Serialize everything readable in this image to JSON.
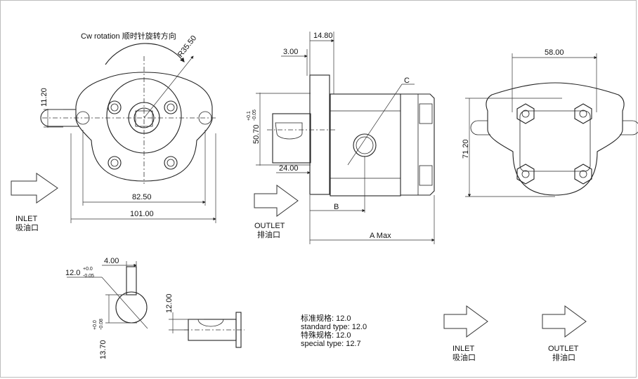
{
  "rotation_label": "Cw rotation 顺时针旋转方向",
  "radius_label": "R35.50",
  "front_dims": {
    "height_11": "11.20",
    "width_82": "82.50",
    "width_101": "101.00"
  },
  "inlet_left": {
    "en": "INLET",
    "zh": "吸油口"
  },
  "side_dims": {
    "d_14": "14.80",
    "d_3": "3.00",
    "d_50": "50.70",
    "d_50_tol_up": "+0.1",
    "d_50_tol_dn": "-0.05",
    "d_24": "24.00",
    "label_b": "B",
    "label_amax": "A Max",
    "label_c": "C"
  },
  "outlet_side": {
    "en": "OUTLET",
    "zh": "排油口"
  },
  "rear_dims": {
    "width_58": "58.00",
    "height_71": "71.20"
  },
  "shaft_dims": {
    "d_4": "4.00",
    "d_12": "12.0",
    "d_12_tol_up": "+0.0",
    "d_12_tol_dn": "-0.05",
    "d_13": "13.70",
    "d_13_tol_up": "+0.0",
    "d_13_tol_dn": "-0.08",
    "d_12v": "12.00"
  },
  "spec": {
    "line1": "标准规格:  12.0",
    "line2": "standard type:   12.0",
    "line3": "特殊规格:    12.0",
    "line4": "special type:  12.7"
  },
  "legend_inlet": {
    "en": "INLET",
    "zh": "吸油口"
  },
  "legend_outlet": {
    "en": "OUTLET",
    "zh": "排油口"
  }
}
